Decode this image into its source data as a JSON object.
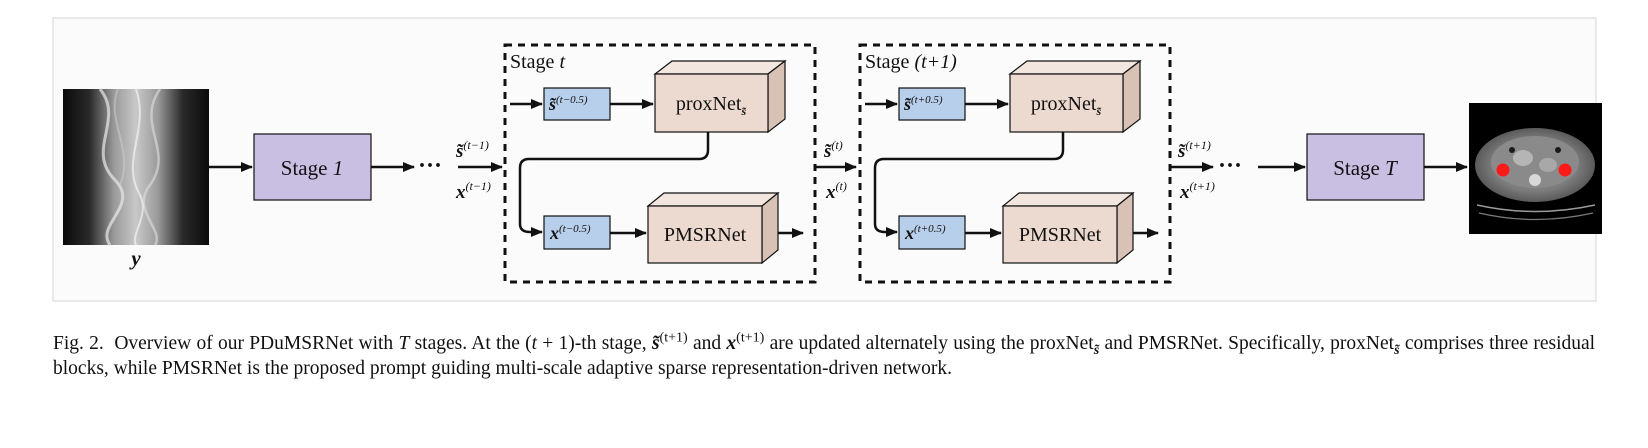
{
  "diagram": {
    "input_label": "y",
    "stage_first": {
      "text": "Stage ",
      "var": "1"
    },
    "stage_last": {
      "text": "Stage ",
      "var": "T"
    },
    "ellipsis": "···",
    "left_transition": {
      "s": "s̃",
      "s_sup": "(t−1)",
      "x": "x",
      "x_sup": "(t−1)"
    },
    "middle_transition": {
      "s": "s̃",
      "s_sup": "(t)",
      "x": "x",
      "x_sup": "(t)"
    },
    "right_transition": {
      "s": "s̃",
      "s_sup": "(t+1)",
      "x": "x",
      "x_sup": "(t+1)"
    },
    "stage_t": {
      "title": "Stage ",
      "title_var": "t",
      "s_box": {
        "s": "s̃",
        "sup": "(t−0.5)"
      },
      "x_box": {
        "x": "x",
        "sup": "(t−0.5)"
      },
      "prox": {
        "name": "proxNet",
        "sub": "s̃"
      },
      "pmsr": "PMSRNet"
    },
    "stage_t1": {
      "title": "Stage ",
      "title_var": "(t+1)",
      "s_box": {
        "s": "s̃",
        "sup": "(t+0.5)"
      },
      "x_box": {
        "x": "x",
        "sup": "(t+0.5)"
      },
      "prox": {
        "name": "proxNet",
        "sub": "s̃"
      },
      "pmsr": "PMSRNet"
    },
    "colors": {
      "stage_fill": "#c9bfe3",
      "var_box_fill": "#b8cfec",
      "cube_front": "#ecd9cf",
      "cube_side": "#d8c2b6",
      "cube_top": "#f3e6df"
    }
  },
  "caption": {
    "fig_label": "Fig. 2.",
    "p1": "Overview of our PDuMSRNet with",
    "T": "T",
    "p2": "stages. At the (",
    "t": "t",
    "p3": "+ 1)-th stage,",
    "s_var": "s̃",
    "s_sup": "(t+1)",
    "and": "and",
    "x_var": "x",
    "x_sup": "(t+1)",
    "p4": "are updated alternately using the proxNet",
    "p4_sub": "s̃",
    "p5": "and PMSRNet. Specifically, proxNet",
    "p5_sub": "s̃",
    "p6": "comprises three residual blocks, while PMSRNet is the proposed prompt guiding multi-scale adaptive sparse representation-driven network."
  }
}
